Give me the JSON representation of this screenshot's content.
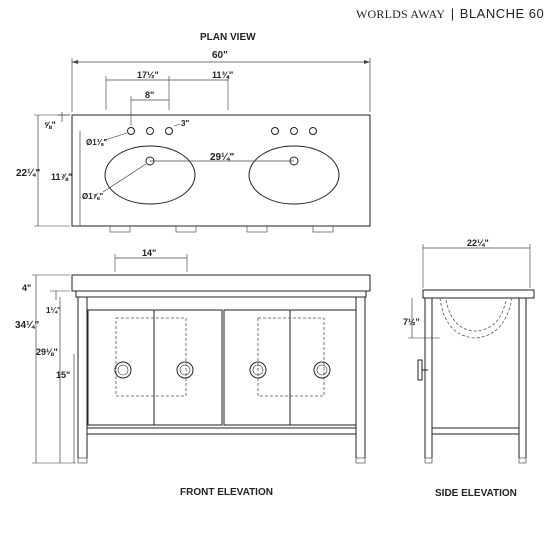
{
  "title": {
    "brand": "WORLDS AWAY",
    "separator": "|",
    "model": "BLANCHE 60"
  },
  "views": {
    "plan": "PLAN VIEW",
    "front": "FRONT ELEVATION",
    "side": "SIDE ELEVATION"
  },
  "dimensions": {
    "overall_width": "60\"",
    "center_spacing": "17½\"",
    "offset_right": "11¾\"",
    "faucet_spread": "8\"",
    "hole_spacing": "3\"",
    "back_edge": "⅝\"",
    "depth": "22¼\"",
    "bowl_offset": "11⅞\"",
    "faucet_hole_dia": "Ø1⅜\"",
    "bowl_width": "29¼\"",
    "drain_dia": "Ø1⅞\"",
    "backsplash_width": "14\"",
    "top_thickness": "4\"",
    "apron": "1¼\"",
    "overall_height": "34¼\"",
    "cabinet_height": "29⅛\"",
    "leg_height": "15\"",
    "side_depth": "22¼\"",
    "basin_depth": "7½\""
  }
}
